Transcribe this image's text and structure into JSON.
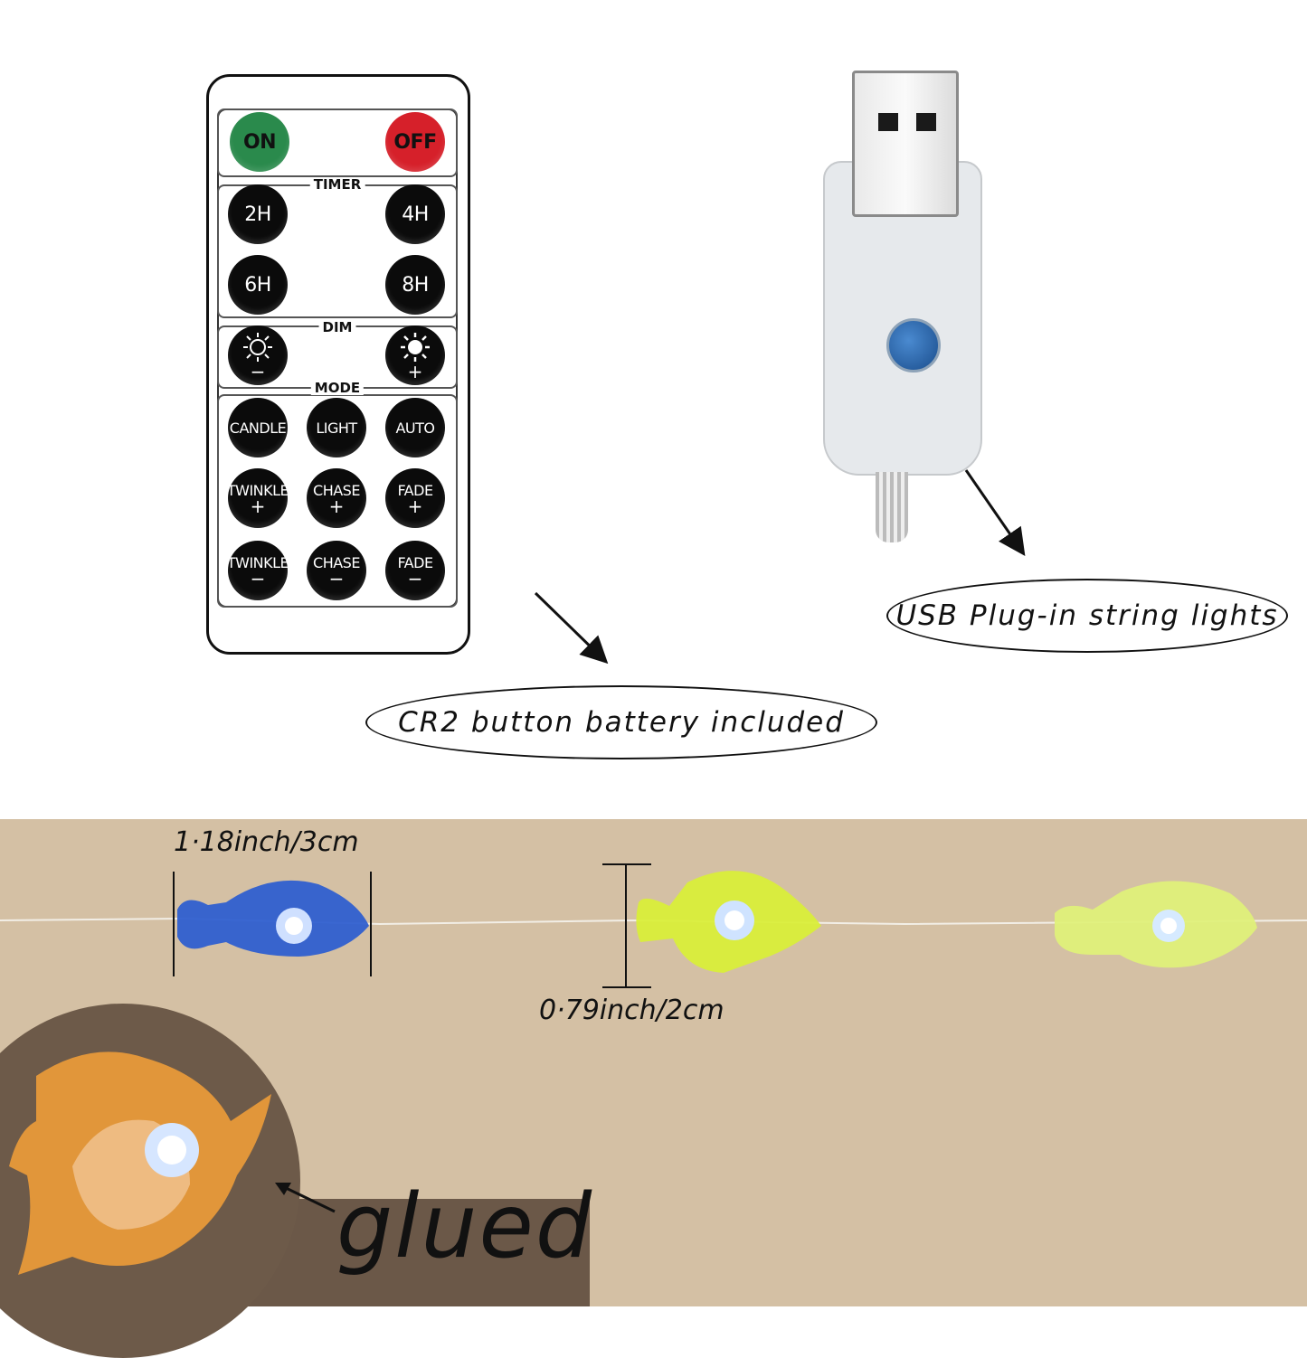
{
  "remote": {
    "power": {
      "on": "ON",
      "off": "OFF"
    },
    "timer": {
      "label": "TIMER",
      "buttons": [
        "2H",
        "4H",
        "6H",
        "8H"
      ]
    },
    "dim": {
      "label": "DIM",
      "minus": "−",
      "plus": "+"
    },
    "mode": {
      "label": "MODE",
      "buttons": [
        {
          "text": "CANDLE",
          "sub": ""
        },
        {
          "text": "LIGHT",
          "sub": ""
        },
        {
          "text": "AUTO",
          "sub": ""
        },
        {
          "text": "TWINKLE",
          "sub": "+"
        },
        {
          "text": "CHASE",
          "sub": "+"
        },
        {
          "text": "FADE",
          "sub": "+"
        },
        {
          "text": "TWINKLE",
          "sub": "−"
        },
        {
          "text": "CHASE",
          "sub": "−"
        },
        {
          "text": "FADE",
          "sub": "−"
        }
      ]
    }
  },
  "callouts": {
    "usb": "USB Plug-in string lights",
    "battery": "CR2 button battery included"
  },
  "dimensions": {
    "width": "1·18inch/3cm",
    "height": "0·79inch/2cm"
  },
  "inset": {
    "label": "glued"
  },
  "colors": {
    "on_button": "#2a8a4c",
    "off_button": "#d6202a",
    "photo_bg": "#d4c0a4",
    "fish_blue": "#2f5fd0",
    "fish_yellow": "#d9ee3a",
    "fish_orange": "#e89a3a"
  }
}
